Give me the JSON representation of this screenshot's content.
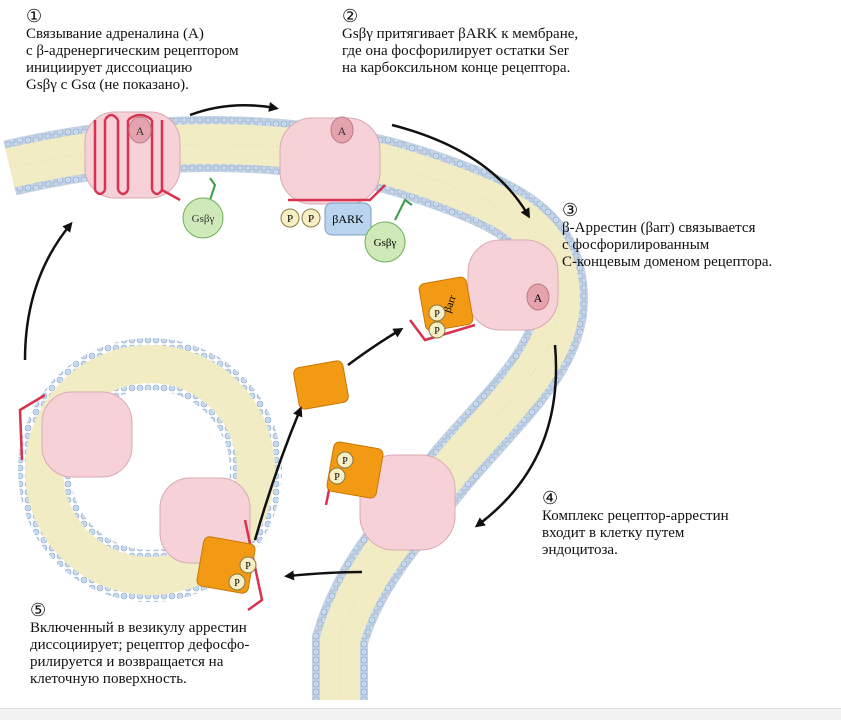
{
  "steps": [
    {
      "num": "①",
      "lines": [
        "Связывание адреналина (А)",
        "с β-адренергическим рецептором",
        "инициирует диссоциацию",
        "Gsβγ  с Gsα (не показано)."
      ]
    },
    {
      "num": "②",
      "lines": [
        "Gsβγ притягивает βARK к мембране,",
        "где она фосфорилирует остатки Ser",
        "на карбоксильном конце рецептора."
      ]
    },
    {
      "num": "③",
      "lines": [
        "β-Аррестин (βarr) связывается",
        "с фосфорилированным",
        "С-концевым доменом рецептора."
      ]
    },
    {
      "num": "④",
      "lines": [
        "Комплекс рецептор-аррестин",
        "входит в клетку путем",
        "эндоцитоза."
      ]
    },
    {
      "num": "⑤",
      "lines": [
        "Включенный в везикулу аррестин",
        "диссоциирует; рецептор дефосфо-",
        "рилируется и возвращается на",
        "клеточную поверхность."
      ]
    }
  ],
  "labels": {
    "adrenaline": "A",
    "g_protein": "Gsβγ",
    "bark": "βARK",
    "arrestin": "βarr",
    "phosphate": "P"
  },
  "colors": {
    "membrane": "#f1ecc4",
    "head": "#c7d9ee",
    "receptor": "#f6d2d8",
    "receptor_line": "#d8324f",
    "arrestin": "#f39a14",
    "g_protein": "#cfeab8",
    "bark": "#b9d4ef",
    "phosphate": "#f7efc3"
  }
}
